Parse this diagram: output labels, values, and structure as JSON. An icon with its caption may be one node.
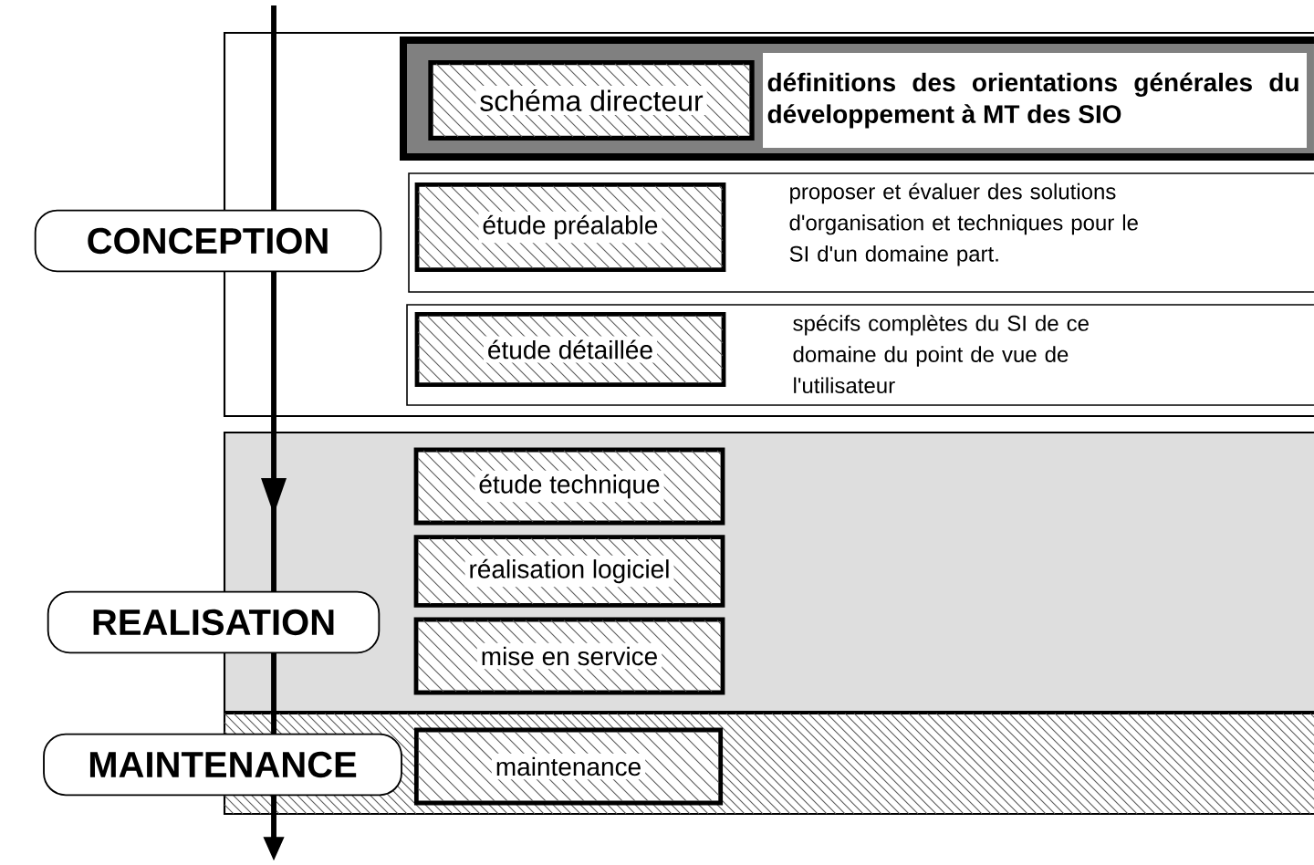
{
  "diagram": {
    "nodes": [
      {
        "text": [
          "CONCEPTION"
        ]
      },
      {
        "text": [
          "REALISATION"
        ]
      },
      {
        "text": [
          "MAINTENANCE"
        ]
      },
      {
        "text": [
          "schéma directeur"
        ],
        "beside": [
          "définitions des orientations générales du développement à MT des SIO"
        ]
      },
      {
        "text": [
          "étude préalable"
        ],
        "beside": [
          "proposer et évaluer des solutions d'organisation et techniques pour le SI d'un domaine part."
        ]
      },
      {
        "text": [
          "étude détaillée"
        ],
        "beside": [
          "spécifs complètes du SI de ce domaine du point de vue de l'utilisateur"
        ]
      },
      {
        "text": [
          "étude technique"
        ]
      },
      {
        "text": [
          "réalisation logiciel"
        ]
      },
      {
        "text": [
          "mise en service"
        ]
      },
      {
        "text": [
          "maintenance"
        ]
      }
    ]
  }
}
